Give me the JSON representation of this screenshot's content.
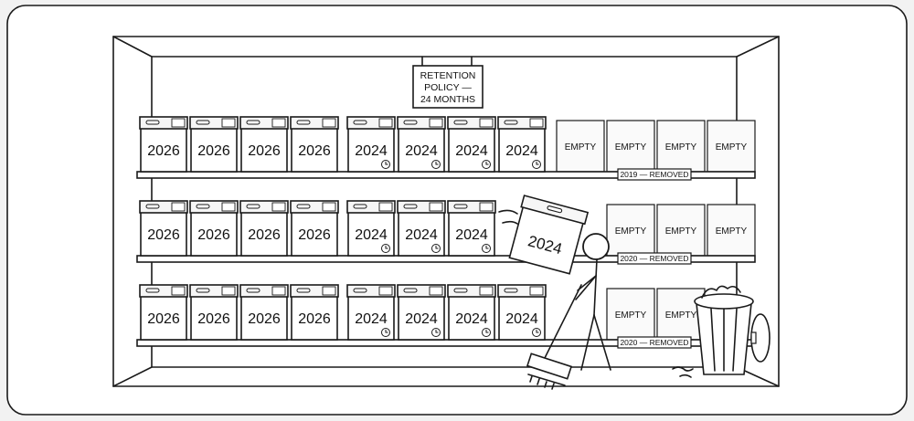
{
  "sign": {
    "lines": [
      "RETENTION",
      "POLICY —",
      "24 MONTHS"
    ]
  },
  "shelves": [
    {
      "boxes": [
        "2026",
        "2026",
        "2026",
        "2026",
        "2024",
        "2024",
        "2024",
        "2024"
      ],
      "empty_slots": [
        "EMPTY",
        "EMPTY",
        "EMPTY",
        "EMPTY"
      ],
      "removed_label": "2019 — REMOVED"
    },
    {
      "boxes": [
        "2026",
        "2026",
        "2026",
        "2026",
        "2024",
        "2024",
        "2024"
      ],
      "empty_slots": [
        "EMPTY",
        "EMPTY",
        "EMPTY"
      ],
      "removed_label": "2020 — REMOVED"
    },
    {
      "boxes": [
        "2026",
        "2026",
        "2026",
        "2026",
        "2024",
        "2024",
        "2024",
        "2024"
      ],
      "empty_slots": [
        "EMPTY",
        "EMPTY"
      ],
      "removed_label": "2020 — REMOVED"
    }
  ],
  "falling_box": {
    "label": "2024"
  }
}
